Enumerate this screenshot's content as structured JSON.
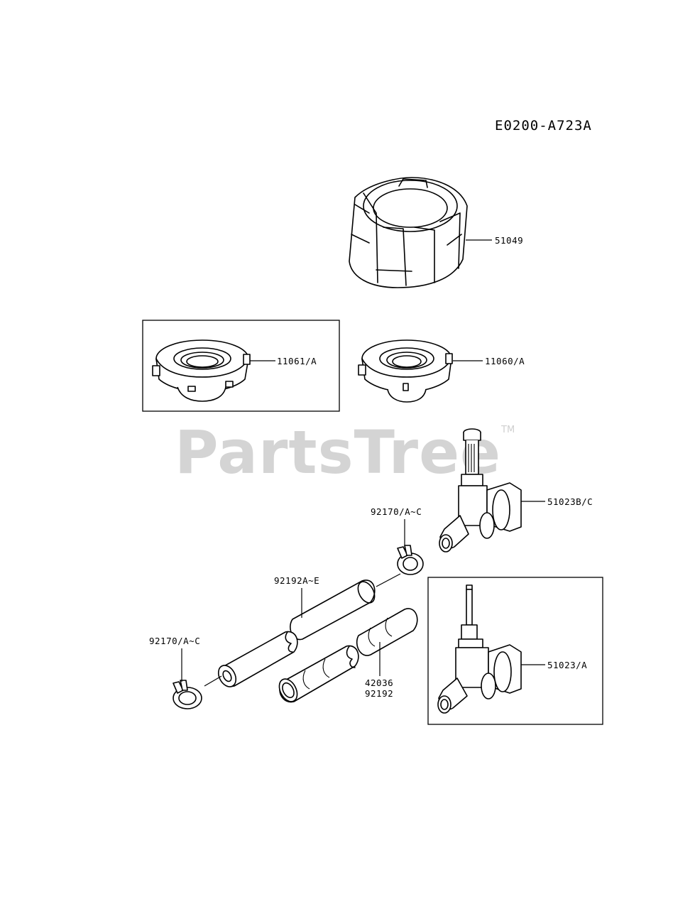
{
  "diagram": {
    "code": "E0200-A723A",
    "watermark": {
      "brand": "PartsTree",
      "mark": "TM"
    },
    "parts": [
      {
        "label": "51049"
      },
      {
        "label": "11061/A"
      },
      {
        "label": "11060/A"
      },
      {
        "label": "51023B/C"
      },
      {
        "label": "92170/A~C"
      },
      {
        "label": "92192A~E"
      },
      {
        "label": "92170/A~C"
      },
      {
        "label": "42036"
      },
      {
        "label": "92192"
      },
      {
        "label": "51023/A"
      }
    ]
  }
}
